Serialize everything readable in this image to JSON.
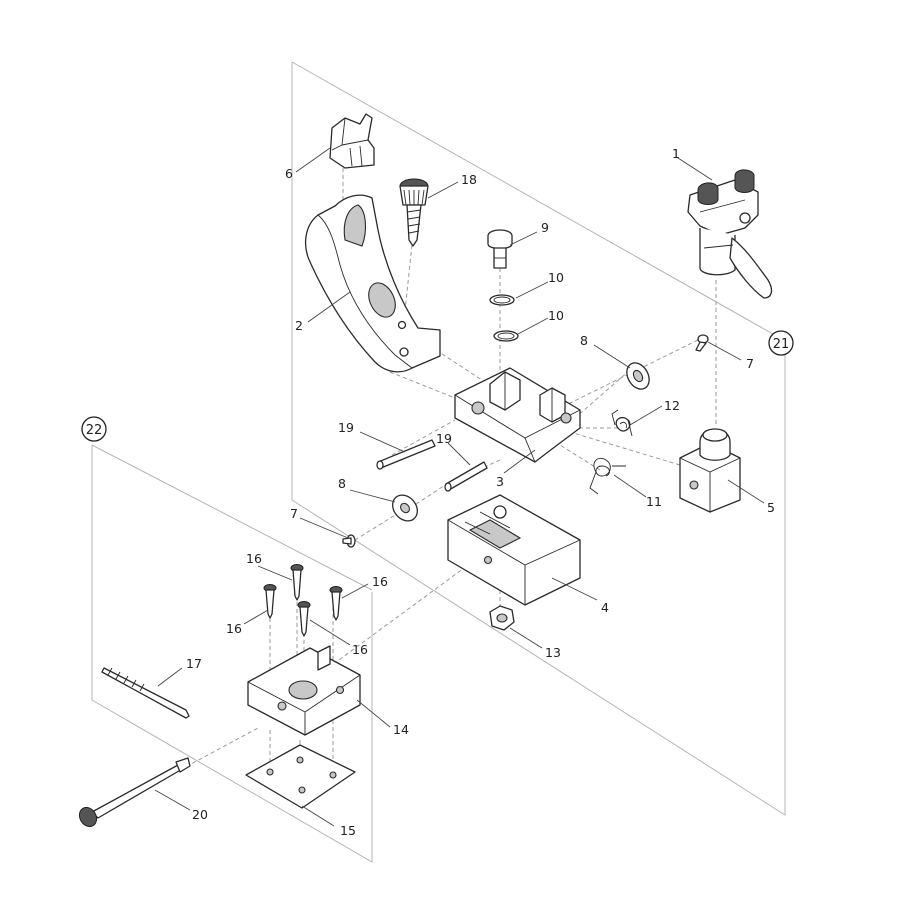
{
  "diagram": {
    "assemblies": [
      "21",
      "22"
    ],
    "callouts": {
      "c1": "1",
      "c2": "2",
      "c3": "3",
      "c4": "4",
      "c5": "5",
      "c6": "6",
      "c7a": "7",
      "c7b": "7",
      "c8a": "8",
      "c8b": "8",
      "c9": "9",
      "c10a": "10",
      "c10b": "10",
      "c11": "11",
      "c12": "12",
      "c13": "13",
      "c14": "14",
      "c15": "15",
      "c16a": "16",
      "c16b": "16",
      "c16c": "16",
      "c16d": "16",
      "c17": "17",
      "c18": "18",
      "c19a": "19",
      "c19b": "19",
      "c20": "20"
    }
  }
}
